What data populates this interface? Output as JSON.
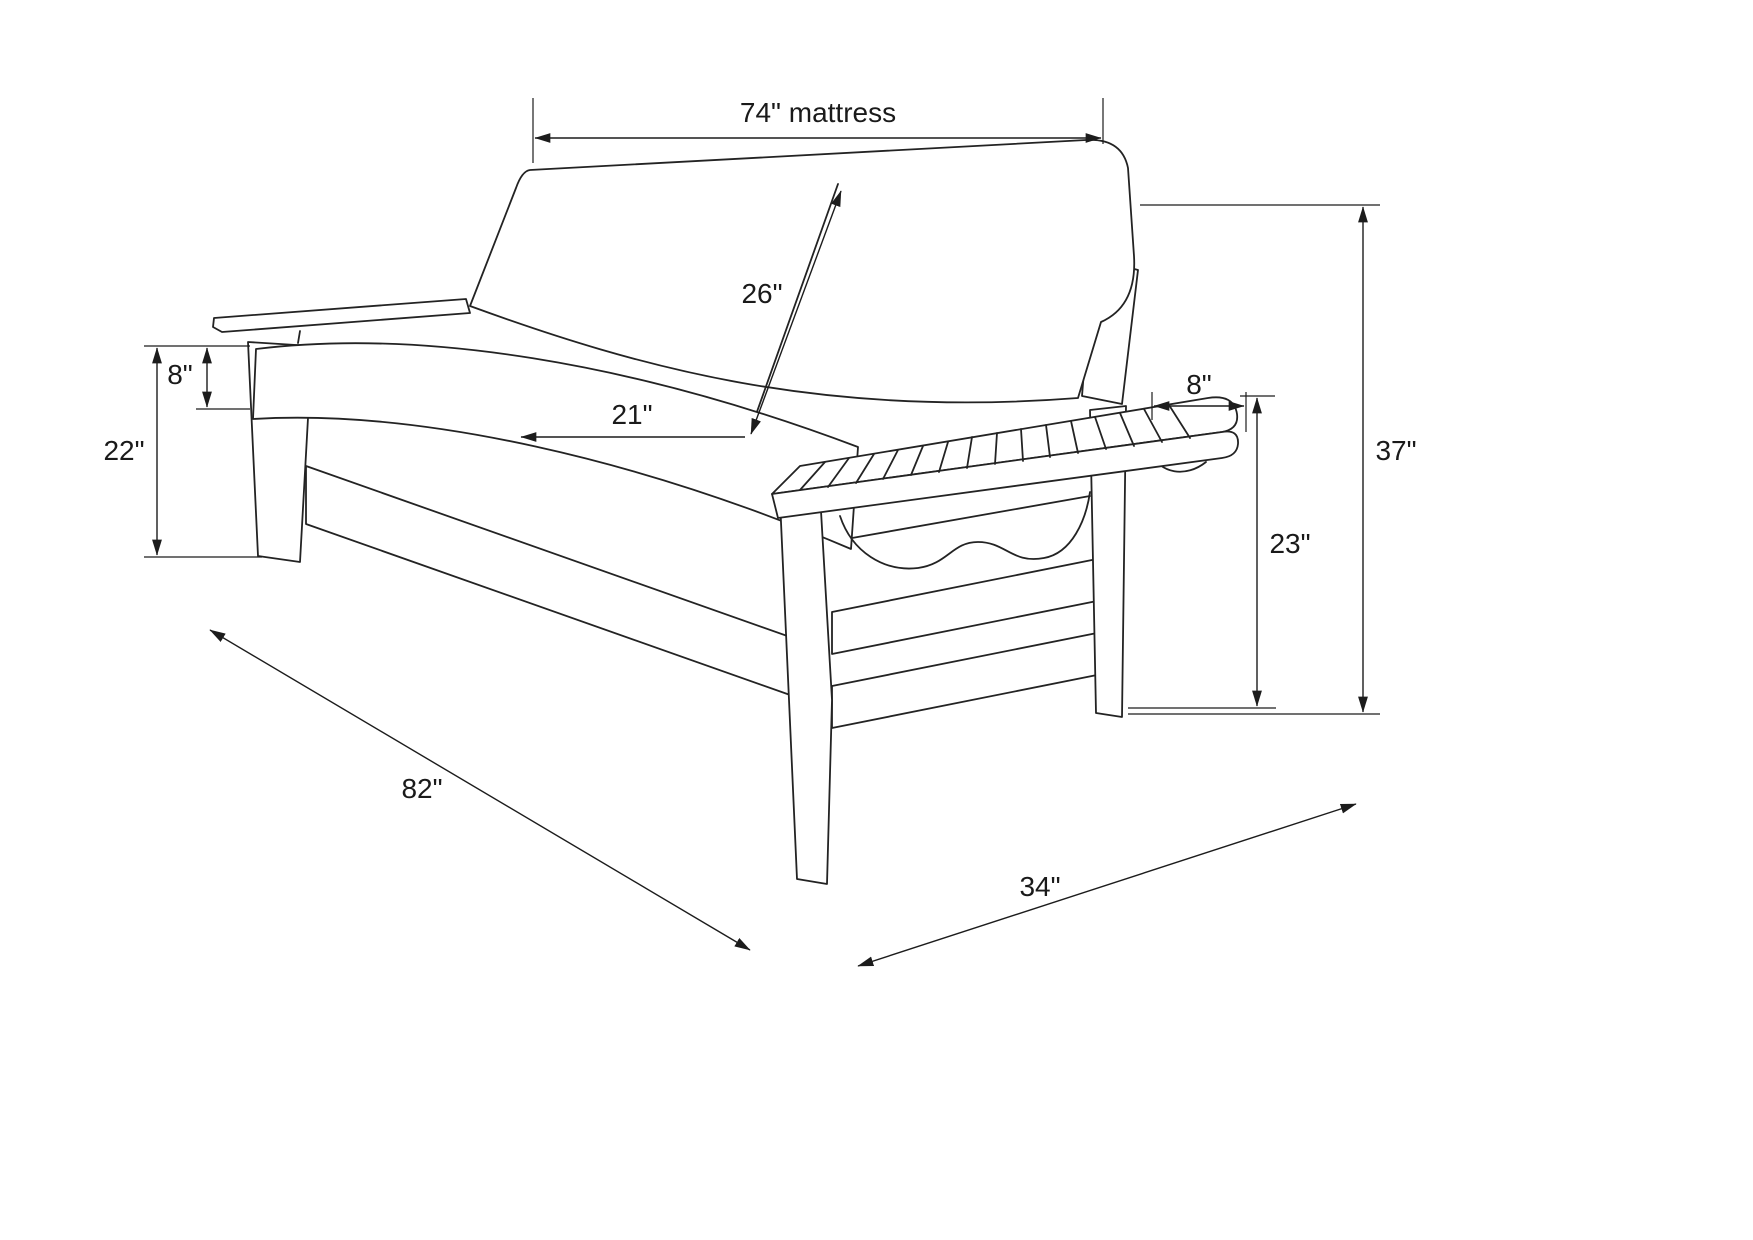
{
  "diagram": {
    "type": "furniture-dimension-drawing",
    "subject": "futon-sofa-frame-with-slatted-tray-arms",
    "background_color": "#ffffff",
    "line_color": "#232323",
    "labels": {
      "mattress_width": "74\" mattress",
      "back_cushion_depth": "26\"",
      "seat_depth": "21\"",
      "arm_to_seat_height": "8\"",
      "left_frame_height": "22\"",
      "arm_overhang": "8\"",
      "right_frame_height": "23\"",
      "overall_height": "37\"",
      "overall_length": "82\"",
      "overall_depth": "34\""
    }
  }
}
